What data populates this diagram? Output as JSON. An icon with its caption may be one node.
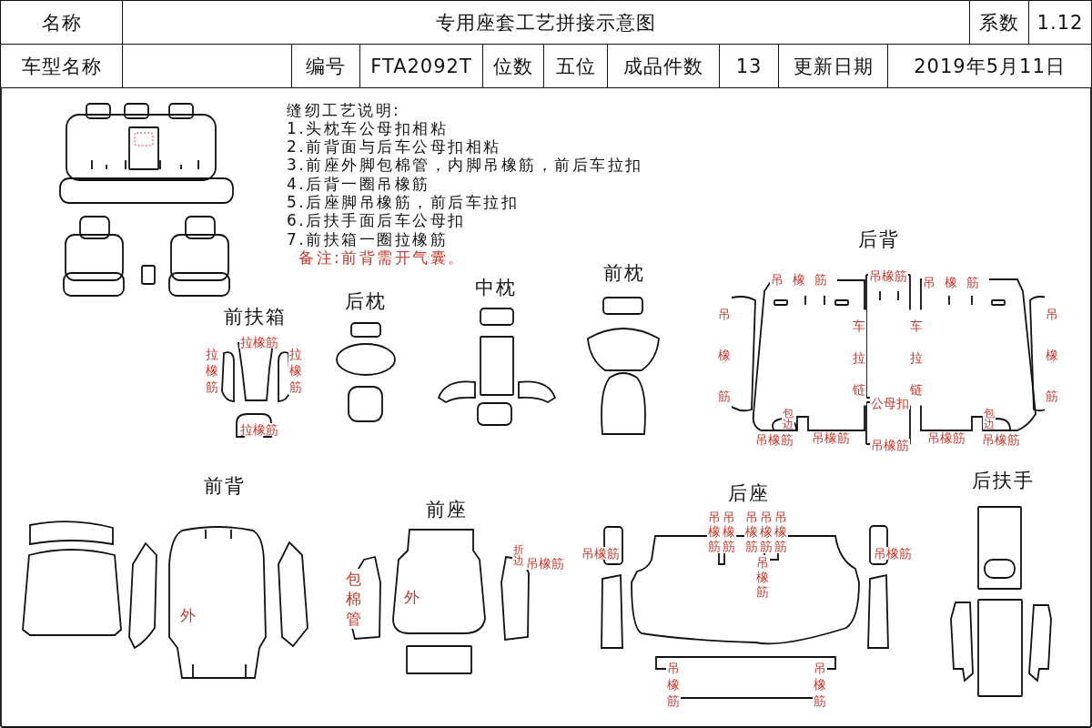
{
  "diagram": {
    "title": "专用座套工艺拼接示意图",
    "labels": [
      "名称",
      "系数",
      "1.12",
      "车型名称",
      "编号",
      "FTA2092T",
      "位数",
      "五位",
      "成品件数",
      "13",
      "更新日期",
      "2019年5月11日",
      "缝纫工艺说明:",
      "1.头枕车公母扣相粘",
      "2.前背面与后车公母扣相粘",
      "3.前座外脚包棉管，内脚吊橡筋，前后车拉扣",
      "4.后背一圈吊橡筋",
      "5.后座脚吊橡筋，前后车拉扣",
      "6.后扶手面后车公母扣",
      "7.前扶箱一圈拉橡筋",
      "备注:前背需开气囊。",
      "后背",
      "吊橡筋",
      "吊橡筋",
      "吊橡筋",
      "吊橡筋",
      "车拉链",
      "车拉链",
      "吊橡筋",
      "公母扣",
      "包边",
      "包边",
      "吊橡筋",
      "吊橡筋",
      "吊橡筋",
      "吊橡筋",
      "吊橡筋",
      "前扶箱",
      "后枕",
      "中枕",
      "前枕",
      "拉橡筋",
      "拉橡筋",
      "拉橡筋",
      "拉橡筋",
      "前背",
      "外",
      "前座",
      "包棉管",
      "外",
      "折边",
      "吊橡筋",
      "后座",
      "吊橡筋",
      "吊橡筋",
      "吊橡筋",
      "吊橡筋",
      "吊橡筋",
      "吊橡筋",
      "吊橡筋",
      "吊橡筋",
      "吊橡筋",
      "吊橡筋",
      "后扶手"
    ]
  }
}
